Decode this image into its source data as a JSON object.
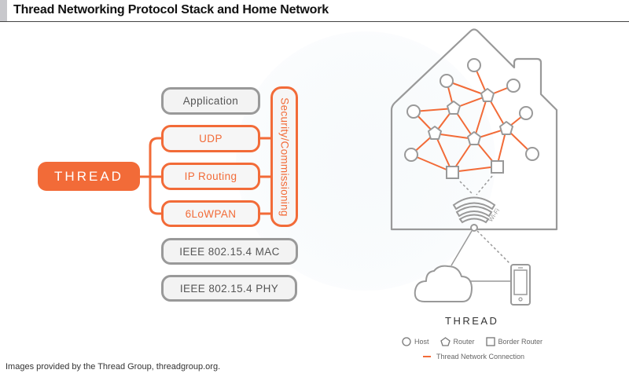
{
  "title": "Thread Networking Protocol Stack and Home Network",
  "stack": {
    "thread_logo": "THREAD",
    "security_label": "Security/Commissioning",
    "layers": [
      {
        "label": "Application",
        "style": "gray"
      },
      {
        "label": "UDP",
        "style": "orange"
      },
      {
        "label": "IP Routing",
        "style": "orange"
      },
      {
        "label": "6LoWPAN",
        "style": "orange"
      },
      {
        "label": "IEEE 802.15.4 MAC",
        "style": "gray"
      },
      {
        "label": "IEEE 802.15.4 PHY",
        "style": "gray"
      }
    ]
  },
  "network": {
    "wifi_label": "Wi-Fi",
    "thread_logo": "THREAD",
    "legend": {
      "host": "Host",
      "router": "Router",
      "border_router": "Border Router",
      "connection": "Thread Network Connection"
    },
    "colors": {
      "thread_orange": "#f26b38",
      "outline_gray": "#999999"
    }
  },
  "caption": "Images provided by the Thread Group, threadgroup.org."
}
